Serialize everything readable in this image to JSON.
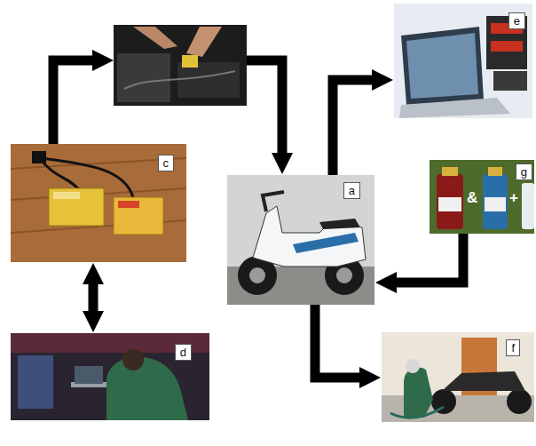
{
  "diagram": {
    "nodes": [
      {
        "text": [
          "e"
        ]
      },
      {
        "text": [
          "c"
        ]
      },
      {
        "text": [
          "a"
        ]
      },
      {
        "text": [
          "g",
          "&",
          "+"
        ]
      },
      {
        "text": [
          "d"
        ]
      },
      {
        "text": [
          "f"
        ]
      }
    ],
    "edges": [
      {
        "from": 2,
        "to": 0,
        "arrow": "to"
      },
      {
        "from": 3,
        "to": 2,
        "arrow": "to"
      },
      {
        "from": 2,
        "to": 5,
        "arrow": "to"
      },
      {
        "from": 1,
        "to": 4,
        "arrow": "both"
      }
    ]
  }
}
